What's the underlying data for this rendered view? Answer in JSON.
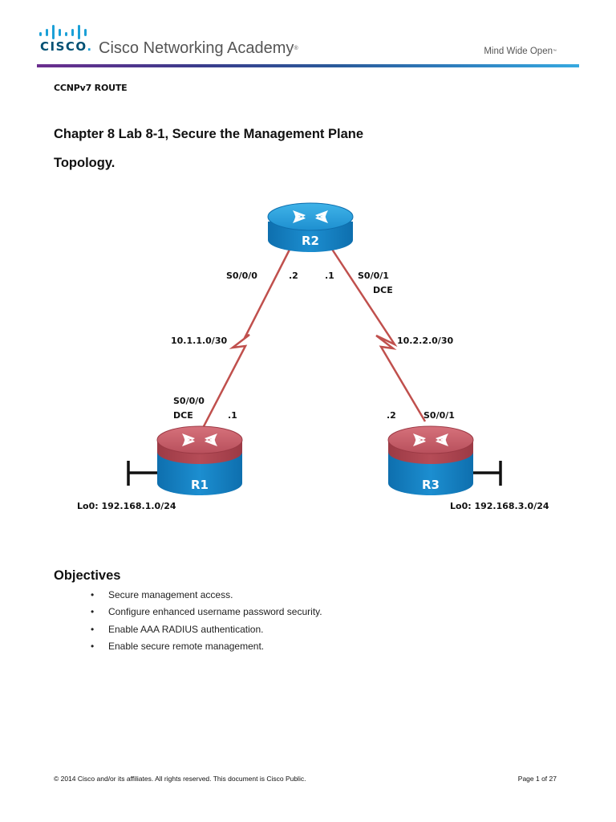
{
  "header": {
    "logo_word": "CISCO",
    "logo_dot": ".",
    "academy_title": "Cisco Networking Academy",
    "academy_mark": "®",
    "tagline": "Mind Wide Open",
    "tagline_mark": "™",
    "colors": {
      "logo": "#005073",
      "gradient_start": "#6b2e8e",
      "gradient_end": "#36a9e0"
    }
  },
  "document": {
    "course": "CCNPv7 ROUTE",
    "title": "Chapter 8 Lab 8-1, Secure the Management Plane",
    "topology_heading": "Topology."
  },
  "topology": {
    "routers": [
      {
        "id": "R2",
        "label": "R2",
        "color": "blue"
      },
      {
        "id": "R1",
        "label": "R1",
        "color": "red-blue"
      },
      {
        "id": "R3",
        "label": "R3",
        "color": "red-blue"
      }
    ],
    "links": [
      {
        "name": "R2-R1",
        "network": "10.1.1.0/30",
        "r2_interface": "S0/0/0",
        "r2_host": ".2",
        "r1_interface": "S0/0/0",
        "r1_dce": "DCE",
        "r1_host": ".1"
      },
      {
        "name": "R2-R3",
        "network": "10.2.2.0/30",
        "r2_interface": "S0/0/1",
        "r2_dce": "DCE",
        "r2_host": ".1",
        "r3_interface": "S0/0/1",
        "r3_host": ".2"
      }
    ],
    "loopbacks": {
      "r1": "Lo0: 192.168.1.0/24",
      "r3": "Lo0: 192.168.3.0/24"
    },
    "link_color": "#c0504d"
  },
  "objectives": {
    "heading": "Objectives",
    "bullet": "•",
    "items": [
      "Secure management access.",
      "Configure enhanced username password security.",
      "Enable AAA RADIUS authentication.",
      "Enable secure remote management."
    ]
  },
  "footer": {
    "copyright": "© 2014 Cisco and/or its affiliates. All rights reserved. This document is Cisco Public.",
    "page": "Page 1 of 27"
  }
}
